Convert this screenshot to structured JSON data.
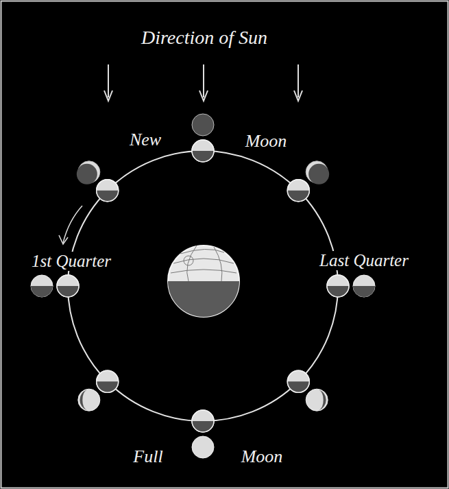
{
  "diagram": {
    "labels": [
      "Direction of Sun",
      "New",
      "Moon",
      "1st Quarter",
      "Last Quarter",
      "Full",
      "Moon"
    ]
  }
}
